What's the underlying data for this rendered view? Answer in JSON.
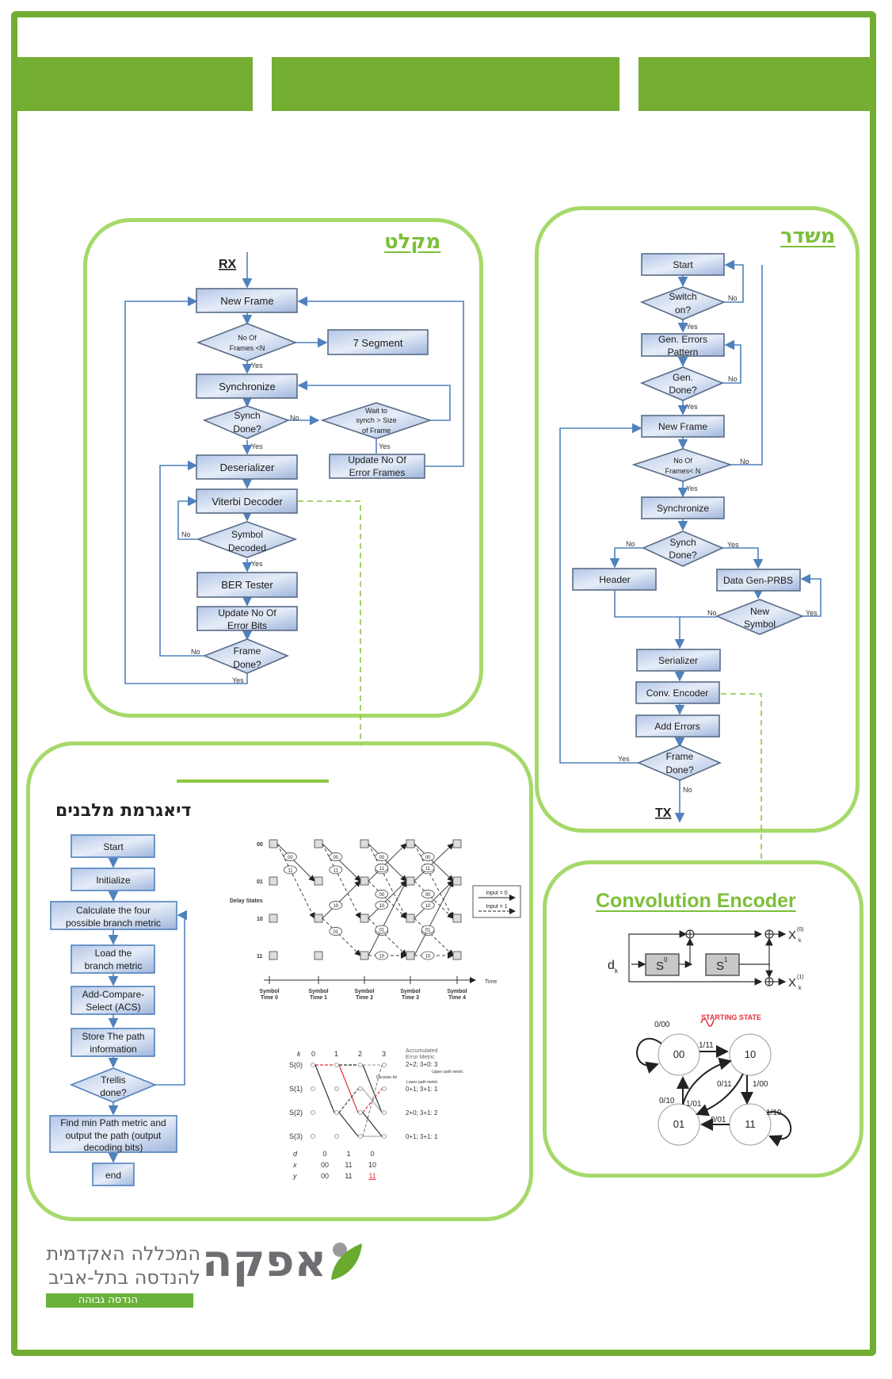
{
  "colors": {
    "brand_green": "#74ae32",
    "panel_border": "#a6d96a",
    "title_green": "#7cbf3a",
    "flow_line": "#4f81bd",
    "box_fill": "#c5d3ec",
    "box_border": "#5a6c86",
    "dashed_link": "#8cc63f",
    "logo_grey": "#6d6e71"
  },
  "receiver": {
    "title": "מקלט",
    "rx_label": "RX",
    "boxes": {
      "new_frame": "New Frame",
      "seven_segment": "7 Segment",
      "synchronize": "Synchronize",
      "deserializer": "Deserializer",
      "viterbi": "Viterbi Decoder",
      "ber": "BER Tester",
      "update_bits_1": "Update No Of",
      "update_bits_2": "Error Bits",
      "update_frames_1": "Update No Of",
      "update_frames_2": "Error Frames"
    },
    "decisions": {
      "frames_1": "No Of",
      "frames_2": "Frames <N",
      "synch_1": "Synch",
      "synch_2": "Done?",
      "wait_1": "Wait to",
      "wait_2": "synch > Size",
      "wait_3": "of Frame",
      "symbol_1": "Symbol",
      "symbol_2": "Decoded",
      "frame_1": "Frame",
      "frame_2": "Done?"
    },
    "labels": {
      "yes": "Yes",
      "no": "No"
    }
  },
  "transmitter": {
    "title": "משדר",
    "tx_label": "TX",
    "boxes": {
      "start": "Start",
      "gen_errors_1": "Gen. Errors",
      "gen_errors_2": "Pattern",
      "new_frame": "New Frame",
      "synchronize": "Synchronize",
      "header": "Header",
      "data_gen": "Data Gen-PRBS",
      "serializer": "Serializer",
      "conv_encoder": "Conv. Encoder",
      "add_errors": "Add Errors"
    },
    "decisions": {
      "switch_1": "Switch",
      "switch_2": "on?",
      "gen_1": "Gen.",
      "gen_2": "Done?",
      "frames_1": "No Of",
      "frames_2": "Frames< N",
      "synch_1": "Synch",
      "synch_2": "Done?",
      "new_symbol_1": "New",
      "new_symbol_2": "Symbol",
      "frame_1": "Frame",
      "frame_2": "Done?"
    },
    "labels": {
      "yes": "Yes",
      "no": "No"
    }
  },
  "block_diagram": {
    "title": "דיאגרמת מלבנים",
    "steps": [
      "Start",
      "Initialize",
      "Calculate the four",
      "possible branch metric",
      "Load the",
      "branch metric",
      "Add-Compare-",
      "Select (ACS)",
      "Store The path",
      "information",
      "Trellis",
      "done?",
      "Find min Path metric and",
      "output the path (output",
      "decoding bits)",
      "end"
    ],
    "trellis": {
      "states": [
        "00",
        "01",
        "10",
        "11"
      ],
      "y_label": "Delay States",
      "times": [
        "Symbol Time 0",
        "Symbol Time 1",
        "Symbol Time 2",
        "Symbol Time 3",
        "Symbol Time 4"
      ],
      "time_label": "Time",
      "legend": [
        "Input = 0",
        "Input = 1"
      ]
    },
    "viterbi_example": {
      "k_label": "k",
      "k": [
        "0",
        "1",
        "2",
        "3"
      ],
      "states": [
        "S(0)",
        "S(1)",
        "S(2)",
        "S(3)"
      ],
      "metric_title_1": "Accumulated",
      "metric_title_2": "Error Metric",
      "metrics": [
        "2+2; 3+0: 3",
        "0+1; 3+1: 1",
        "2+0; 3+1: 2",
        "0+1; 3+1: 1"
      ],
      "annotations": {
        "decision": "Decision bit",
        "upper": "Upper path metric",
        "lower": "Lower path metric"
      },
      "rows": [
        {
          "label": "d",
          "values": [
            "0",
            "1",
            "0"
          ]
        },
        {
          "label": "x",
          "values": [
            "00",
            "11",
            "10"
          ]
        },
        {
          "label": "y",
          "values": [
            "00",
            "11",
            "11"
          ]
        }
      ]
    }
  },
  "encoder": {
    "title": "Convolution Encoder",
    "input": "d",
    "input_sub": "k",
    "regs": [
      "S",
      "S"
    ],
    "reg_sup": [
      "0",
      "1"
    ],
    "outputs": [
      {
        "label": "X",
        "sub": "k",
        "sup": "(0)"
      },
      {
        "label": "X",
        "sub": "k",
        "sup": "(1)"
      }
    ],
    "starting_state": "STARTING STATE",
    "states": [
      "00",
      "10",
      "01",
      "11"
    ],
    "transitions": [
      "0/00",
      "1/11",
      "0/11",
      "1/00",
      "0/10",
      "1/01",
      "0/01",
      "1/10"
    ]
  },
  "logo": {
    "name": "אפקה",
    "line1": "המכללה האקדמית",
    "line2": "להנדסה בתל-אביב",
    "tag": "הנדסה גבוהה"
  }
}
